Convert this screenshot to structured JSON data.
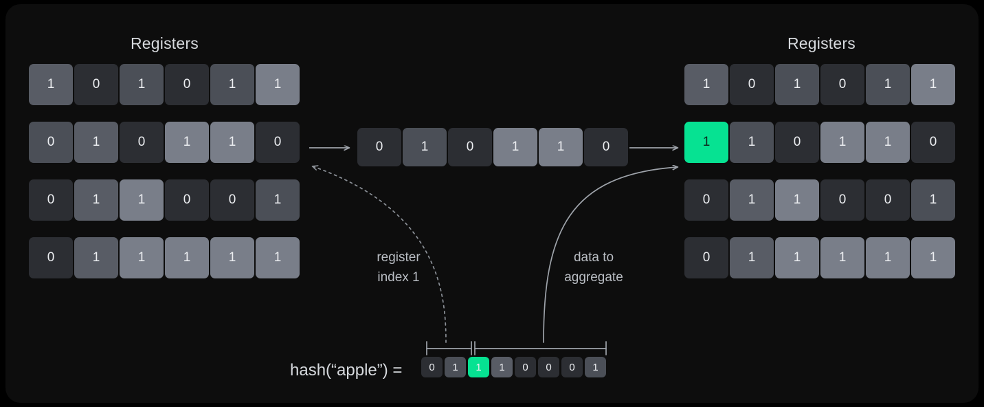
{
  "panels": {
    "left_title": "Registers",
    "right_title": "Registers"
  },
  "left_registers": {
    "rows": [
      [
        "1",
        "0",
        "1",
        "0",
        "1",
        "1"
      ],
      [
        "0",
        "1",
        "0",
        "1",
        "1",
        "0"
      ],
      [
        "0",
        "1",
        "1",
        "0",
        "0",
        "1"
      ],
      [
        "0",
        "1",
        "1",
        "1",
        "1",
        "1"
      ]
    ]
  },
  "middle_register": {
    "values": [
      "0",
      "1",
      "0",
      "1",
      "1",
      "0"
    ]
  },
  "right_registers": {
    "rows": [
      [
        "1",
        "0",
        "1",
        "0",
        "1",
        "1"
      ],
      [
        "1",
        "1",
        "0",
        "1",
        "1",
        "0"
      ],
      [
        "0",
        "1",
        "1",
        "0",
        "0",
        "1"
      ],
      [
        "0",
        "1",
        "1",
        "1",
        "1",
        "1"
      ]
    ],
    "highlighted": {
      "row": 1,
      "col": 0,
      "value": "1"
    }
  },
  "annotations": {
    "register_index": "register\nindex 1",
    "data_to_aggregate": "data to\naggregate"
  },
  "hash": {
    "label": "hash(“apple”) =",
    "bits": [
      "0",
      "1",
      "1",
      "1",
      "0",
      "0",
      "0",
      "1"
    ],
    "highlighted_bit_index": 2,
    "index_bracket_bits": [
      0,
      1
    ],
    "data_bracket_bits": [
      2,
      3,
      4,
      5,
      6,
      7
    ]
  },
  "colors": {
    "accent_green": "#06e292",
    "bit_zero": "#2c2e33",
    "bit_one": "#585c65",
    "card_background": "#0d0d0d",
    "page_background": "#000000",
    "text": "#d6d9dd",
    "arrow": "#9ea3aa"
  }
}
